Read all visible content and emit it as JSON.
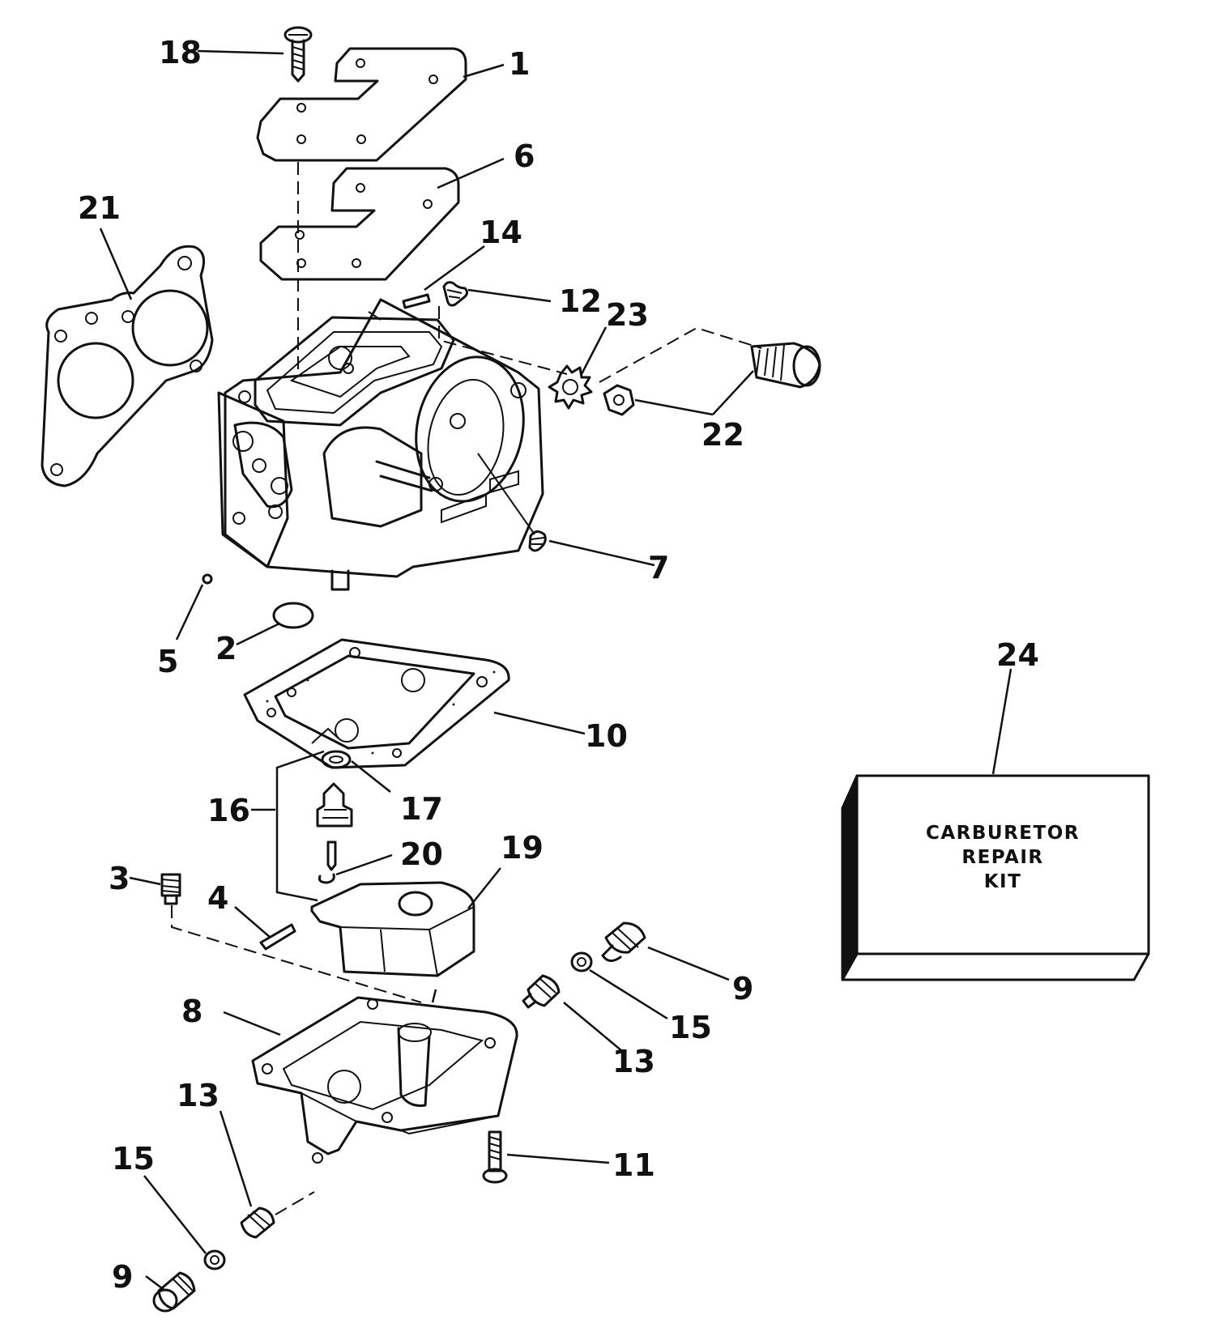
{
  "diagram": {
    "callouts": [
      {
        "id": "c18",
        "label": "18"
      },
      {
        "id": "c1",
        "label": "1"
      },
      {
        "id": "c6",
        "label": "6"
      },
      {
        "id": "c21",
        "label": "21"
      },
      {
        "id": "c14",
        "label": "14"
      },
      {
        "id": "c12",
        "label": "12"
      },
      {
        "id": "c23",
        "label": "23"
      },
      {
        "id": "c22",
        "label": "22"
      },
      {
        "id": "c7",
        "label": "7"
      },
      {
        "id": "c5",
        "label": "5"
      },
      {
        "id": "c2",
        "label": "2"
      },
      {
        "id": "c10",
        "label": "10"
      },
      {
        "id": "c24",
        "label": "24"
      },
      {
        "id": "c17",
        "label": "17"
      },
      {
        "id": "c16",
        "label": "16"
      },
      {
        "id": "c20",
        "label": "20"
      },
      {
        "id": "c19",
        "label": "19"
      },
      {
        "id": "c3",
        "label": "3"
      },
      {
        "id": "c4",
        "label": "4"
      },
      {
        "id": "c9a",
        "label": "9"
      },
      {
        "id": "c15a",
        "label": "15"
      },
      {
        "id": "c8",
        "label": "8"
      },
      {
        "id": "c13a",
        "label": "13"
      },
      {
        "id": "c13b",
        "label": "13"
      },
      {
        "id": "c11",
        "label": "11"
      },
      {
        "id": "c15b",
        "label": "15"
      },
      {
        "id": "c9b",
        "label": "9"
      }
    ],
    "kit_box": {
      "line1": "CARBURETOR",
      "line2": "REPAIR",
      "line3": "KIT"
    }
  }
}
